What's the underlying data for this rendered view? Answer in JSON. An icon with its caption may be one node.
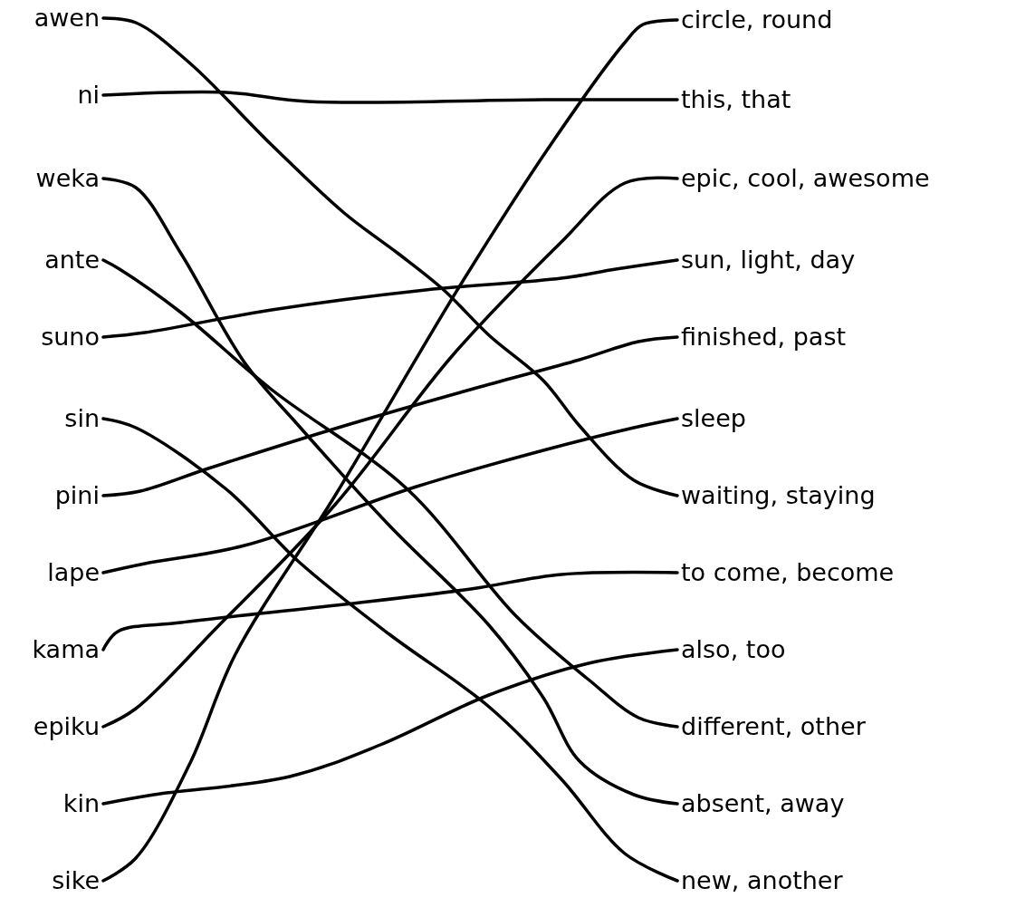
{
  "diagram": {
    "nodes": [
      {
        "text": [
          "awen"
        ]
      },
      {
        "text": [
          "ni"
        ]
      },
      {
        "text": [
          "weka"
        ]
      },
      {
        "text": [
          "ante"
        ]
      },
      {
        "text": [
          "suno"
        ]
      },
      {
        "text": [
          "sin"
        ]
      },
      {
        "text": [
          "pini"
        ]
      },
      {
        "text": [
          "lape"
        ]
      },
      {
        "text": [
          "kama"
        ]
      },
      {
        "text": [
          "epiku"
        ]
      },
      {
        "text": [
          "kin"
        ]
      },
      {
        "text": [
          "sike"
        ]
      },
      {
        "text": [
          "circle, round"
        ]
      },
      {
        "text": [
          "this, that"
        ]
      },
      {
        "text": [
          "epic, cool, awesome"
        ]
      },
      {
        "text": [
          "sun, light, day"
        ]
      },
      {
        "text": [
          "finished, past"
        ]
      },
      {
        "text": [
          "sleep"
        ]
      },
      {
        "text": [
          "waiting, staying"
        ]
      },
      {
        "text": [
          "to come, become"
        ]
      },
      {
        "text": [
          "also, too"
        ]
      },
      {
        "text": [
          "different, other"
        ]
      },
      {
        "text": [
          "absent, away"
        ]
      },
      {
        "text": [
          "new, another"
        ]
      }
    ],
    "edges": [
      {
        "from": 0,
        "to": 18,
        "arrow": "none"
      },
      {
        "from": 1,
        "to": 13,
        "arrow": "none"
      },
      {
        "from": 2,
        "to": 22,
        "arrow": "none"
      },
      {
        "from": 3,
        "to": 21,
        "arrow": "none"
      },
      {
        "from": 4,
        "to": 15,
        "arrow": "none"
      },
      {
        "from": 5,
        "to": 23,
        "arrow": "none"
      },
      {
        "from": 6,
        "to": 16,
        "arrow": "none"
      },
      {
        "from": 7,
        "to": 17,
        "arrow": "none"
      },
      {
        "from": 8,
        "to": 19,
        "arrow": "none"
      },
      {
        "from": 9,
        "to": 14,
        "arrow": "none"
      },
      {
        "from": 10,
        "to": 20,
        "arrow": "none"
      },
      {
        "from": 11,
        "to": 12,
        "arrow": "none"
      }
    ]
  }
}
